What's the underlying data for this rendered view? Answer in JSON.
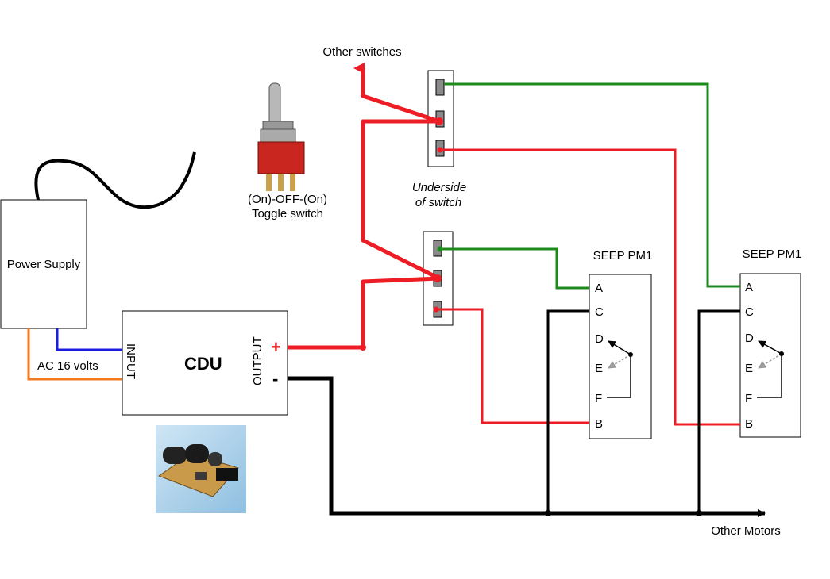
{
  "labels": {
    "other_switches": "Other switches",
    "underside_line1": "Underside",
    "underside_line2": "of switch",
    "toggle_line1": "(On)-OFF-(On)",
    "toggle_line2": "Toggle switch",
    "power_supply": "Power Supply",
    "ac_volts": "AC 16 volts",
    "cdu": "CDU",
    "input": "INPUT",
    "output": "OUTPUT",
    "plus": "+",
    "minus": "-",
    "other_motors": "Other Motors"
  },
  "motor1": {
    "title": "SEEP PM1",
    "pins": [
      "A",
      "C",
      "D",
      "E",
      "F",
      "B"
    ]
  },
  "motor2": {
    "title": "SEEP PM1",
    "pins": [
      "A",
      "C",
      "D",
      "E",
      "F",
      "B"
    ]
  },
  "colors": {
    "red": "#ee1c24",
    "green": "#1e8a1e",
    "black": "#000000",
    "blue": "#1c1ce0",
    "orange": "#f47a20",
    "gray_arrow": "#9a9a9a"
  }
}
